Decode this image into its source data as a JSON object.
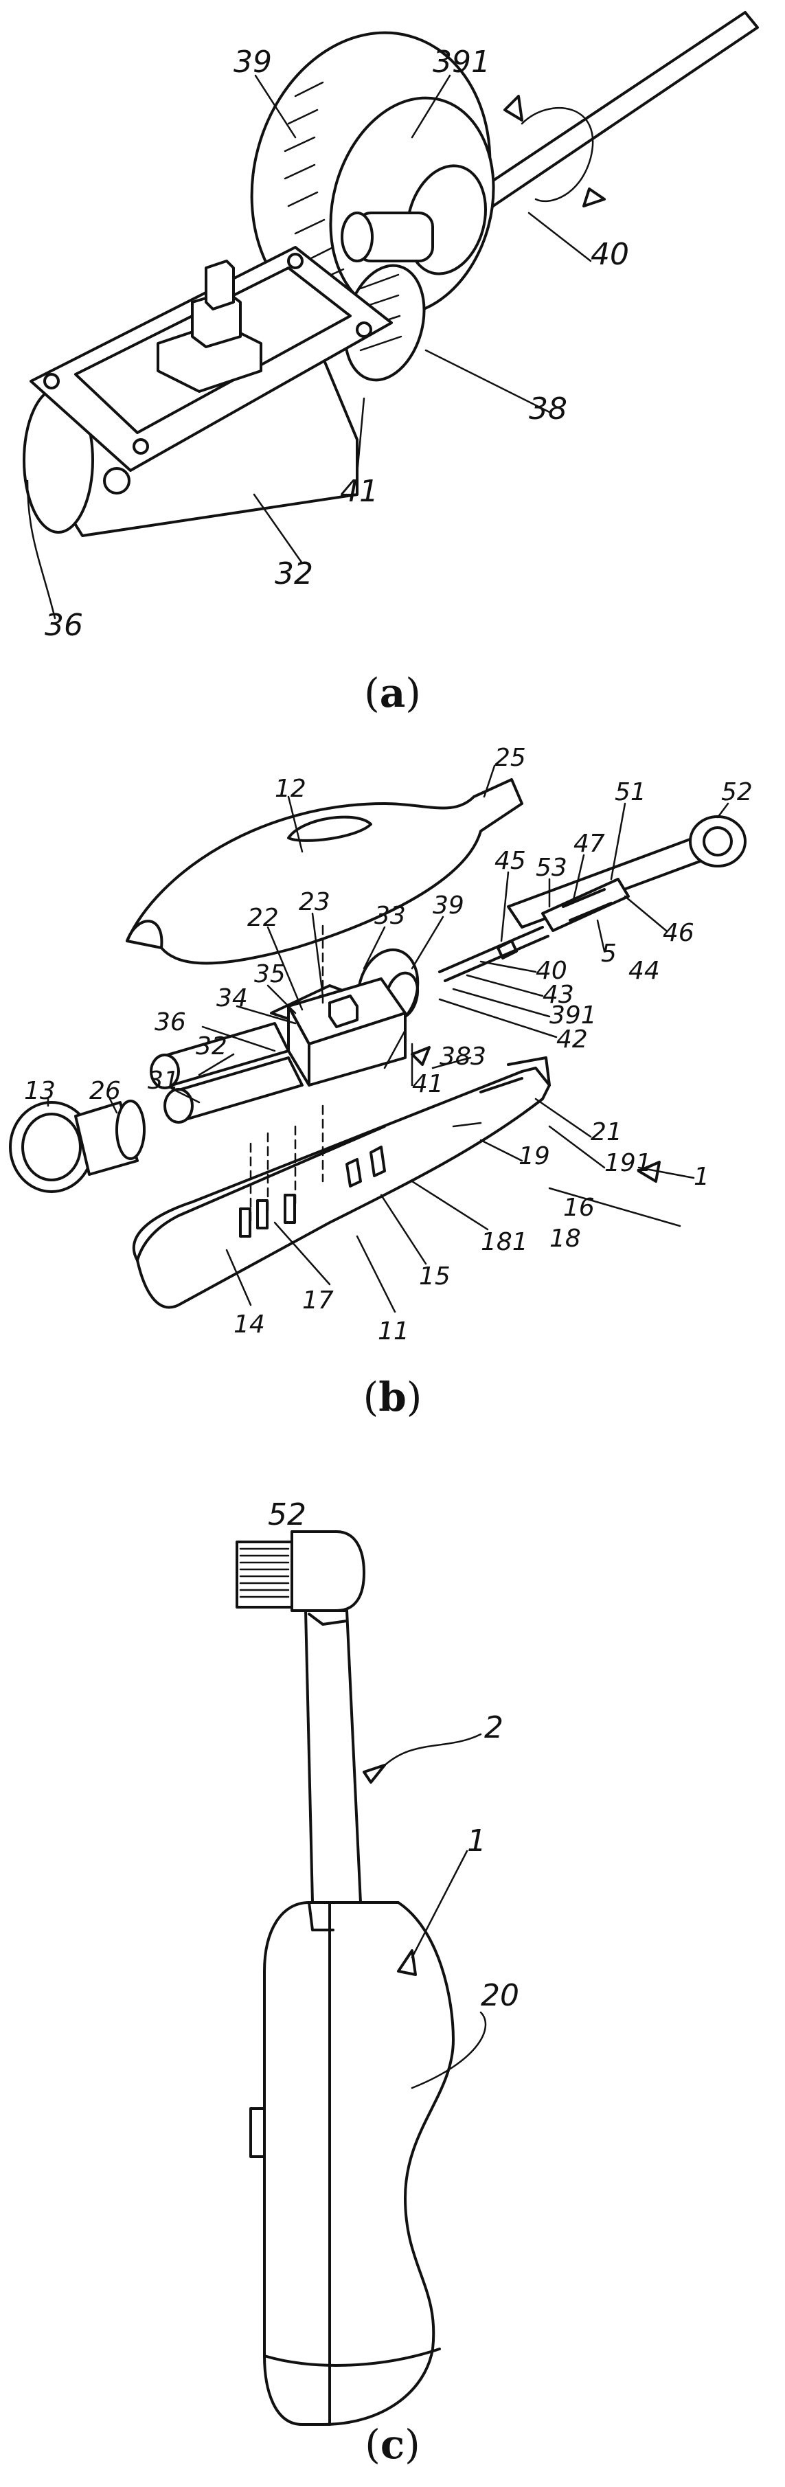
{
  "panels": [
    {
      "caption": "a",
      "labels": {
        "l39": "39",
        "l391": "391",
        "l40": "40",
        "l38": "38",
        "l41": "41",
        "l32": "32",
        "l36": "36"
      }
    },
    {
      "caption": "b",
      "labels": {
        "l25": "25",
        "l12": "12",
        "l23": "23",
        "l22": "22",
        "l33": "33",
        "l39": "39",
        "l45": "45",
        "l51": "51",
        "l52": "52",
        "l47": "47",
        "l53": "53",
        "l46": "46",
        "l5": "5",
        "l44": "44",
        "l40": "40",
        "l43": "43",
        "l391": "391",
        "l42": "42",
        "l35": "35",
        "l34": "34",
        "l36": "36",
        "l38": "38",
        "l41": "41",
        "l3": "3",
        "l32": "32",
        "l31": "31",
        "l26": "26",
        "l13": "13",
        "l21": "21",
        "l191": "191",
        "l19": "19",
        "l16": "16",
        "l1": "1",
        "l18": "18",
        "l181": "181",
        "l15": "15",
        "l17": "17",
        "l14": "14",
        "l11": "11"
      }
    },
    {
      "caption": "c",
      "labels": {
        "l52": "52",
        "l2": "2",
        "l1": "1",
        "l20": "20"
      }
    }
  ]
}
